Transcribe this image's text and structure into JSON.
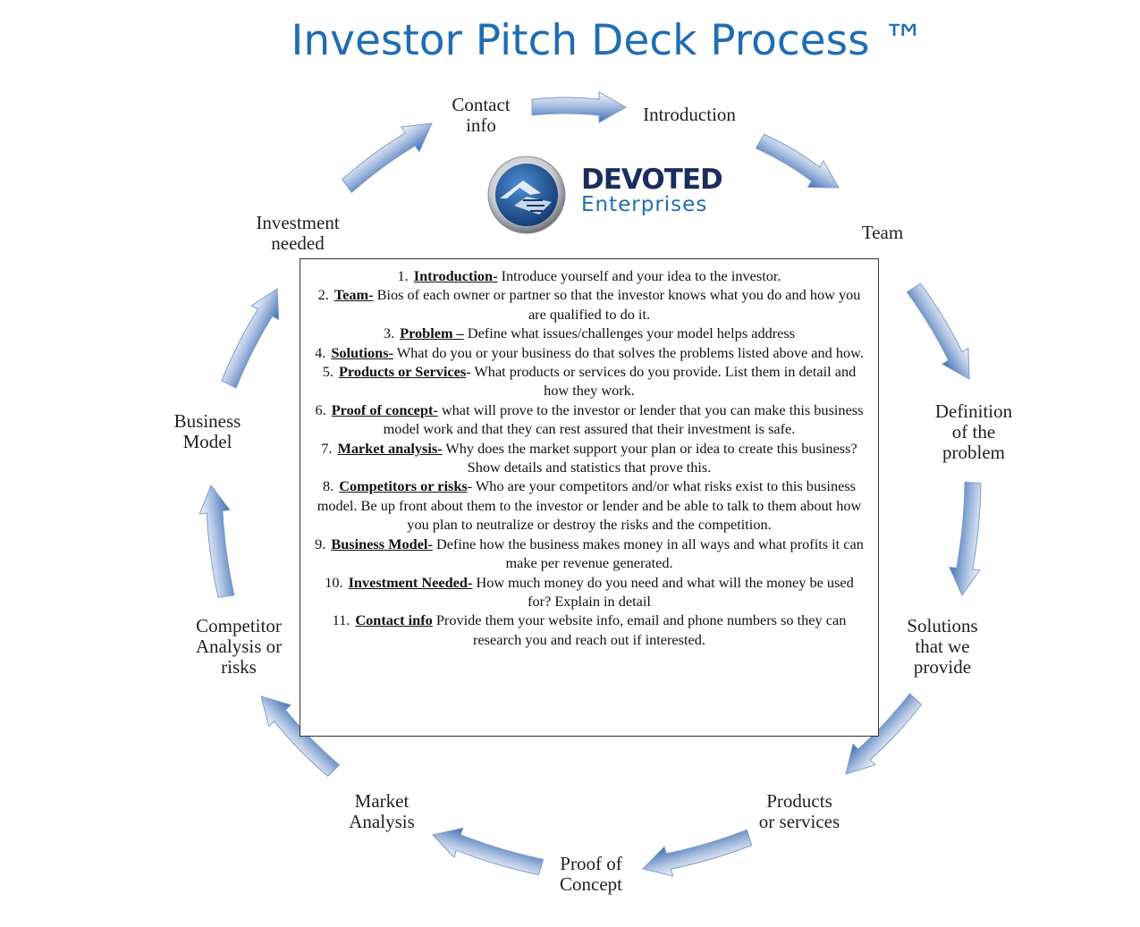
{
  "title": "Investor Pitch Deck Process ™",
  "logo": {
    "name_line1": "DEVOTED",
    "name_line2": "Enterprises",
    "emblem_icon": "handshake-emblem-icon"
  },
  "nodes": [
    {
      "label": "Introduction"
    },
    {
      "label": "Team"
    },
    {
      "label": "Definition\nof the\nproblem"
    },
    {
      "label": "Solutions\nthat we\nprovide"
    },
    {
      "label": "Products\nor services"
    },
    {
      "label": "Proof of\nConcept"
    },
    {
      "label": "Market\nAnalysis"
    },
    {
      "label": "Competitor\nAnalysis or\nrisks"
    },
    {
      "label": "Business\nModel"
    },
    {
      "label": "Investment\nneeded"
    },
    {
      "label": "Contact\ninfo"
    }
  ],
  "steps": [
    {
      "num": "1.",
      "term": "Introduction-",
      "text": " Introduce yourself and your idea to the investor."
    },
    {
      "num": "2.",
      "term": "Team-",
      "text": " Bios of each owner or partner so that the investor knows what you do and how you are qualified to do it."
    },
    {
      "num": "3.",
      "term": "Problem –",
      "text": " Define what issues/challenges your  model helps address"
    },
    {
      "num": "4.",
      "term": "Solutions-",
      "text": " What do you or your business do that solves the problems listed above and how."
    },
    {
      "num": "5.",
      "term": "Products or Services",
      "text": "-  What products or services do you provide.  List them in detail and how they work."
    },
    {
      "num": "6.",
      "term": "Proof of concept-",
      "text": "  what will prove to the investor or lender that you can make this business model work and that they can rest assured that their investment is safe."
    },
    {
      "num": "7.",
      "term": "Market analysis-",
      "text": " Why does the market support your plan or idea to create this business?  Show details and statistics that prove this."
    },
    {
      "num": "8.",
      "term": "Competitors or risks",
      "text": "- Who are your competitors and/or what risks exist to this business model.  Be up front about them to the investor or lender and be able to talk to them about how you plan to neutralize or destroy the risks and the competition."
    },
    {
      "num": "9.",
      "term": "Business Model-",
      "text": " Define how the business makes money in all ways and what profits it can make per revenue generated."
    },
    {
      "num": "10.",
      "term": "Investment Needed-",
      "text": "  How much money do you need and what will the money be used for?  Explain in detail"
    },
    {
      "num": "11.",
      "term": "Contact info",
      "text": "  Provide them your website info, email and phone numbers so they can research you and reach out if interested."
    }
  ]
}
